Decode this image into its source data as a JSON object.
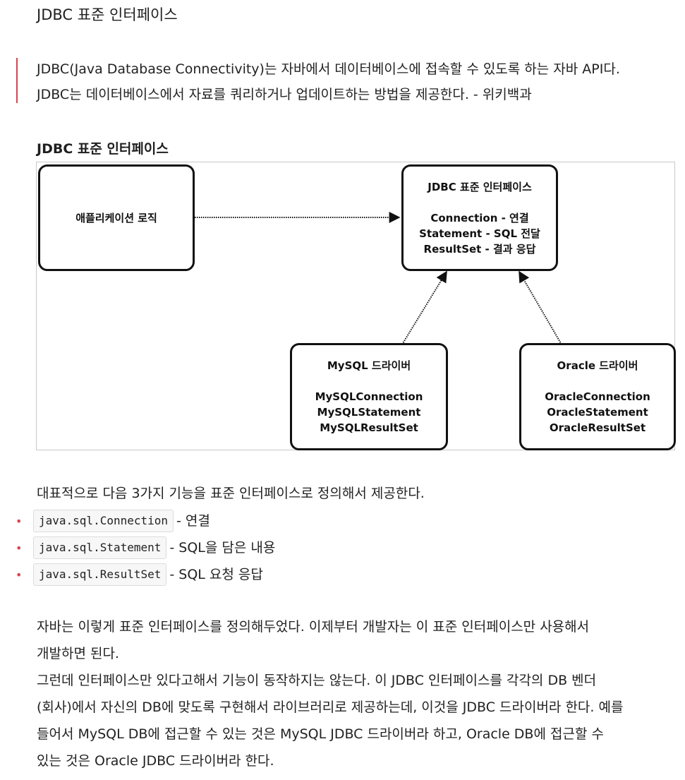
{
  "heading": "JDBC 표준 인터페이스",
  "quote": [
    "JDBC(Java Database Connectivity)는 자바에서 데이터베이스에 접속할 수 있도록 하는 자바 API다.",
    "JDBC는 데이터베이스에서 자료를 쿼리하거나 업데이트하는 방법을 제공한다. - 위키백과"
  ],
  "figure": {
    "title": "JDBC 표준 인터페이스",
    "app_box": {
      "title": "애플리케이션 로직"
    },
    "jdbc_box": {
      "title": "JDBC 표준 인터페이스",
      "lines": [
        "Connection - 연결",
        "Statement - SQL 전달",
        "ResultSet - 결과 응답"
      ]
    },
    "mysql_box": {
      "title": "MySQL 드라이버",
      "lines": [
        "MySQLConnection",
        "MySQLStatement",
        "MySQLResultSet"
      ]
    },
    "oracle_box": {
      "title": "Oracle 드라이버",
      "lines": [
        "OracleConnection",
        "OracleStatement",
        "OracleResultSet"
      ]
    }
  },
  "intro": "대표적으로 다음 3가지 기능을 표준 인터페이스로 정의해서 제공한다.",
  "list": [
    {
      "code": "java.sql.Connection",
      "text": "- 연결"
    },
    {
      "code": "java.sql.Statement",
      "text": "- SQL을 담은 내용"
    },
    {
      "code": "java.sql.ResultSet",
      "text": "- SQL 요청 응답"
    }
  ],
  "body": [
    "자바는 이렇게 표준 인터페이스를 정의해두었다. 이제부터 개발자는 이 표준 인터페이스만 사용해서",
    "개발하면 된다.",
    "그런데 인터페이스만 있다고해서 기능이 동작하지는 않는다. 이 JDBC 인터페이스를 각각의 DB 벤더",
    "(회사)에서 자신의 DB에 맞도록 구현해서 라이브러리로 제공하는데, 이것을 JDBC 드라이버라 한다. 예를",
    "들어서 MySQL DB에 접근할 수 있는 것은 MySQL JDBC 드라이버라 하고, Oracle DB에 접근할 수",
    "있는 것은 Oracle JDBC 드라이버라 한다."
  ],
  "colors": {
    "quote_bar": "#d9434f",
    "bullet": "#d9434f",
    "text": "#222222"
  }
}
